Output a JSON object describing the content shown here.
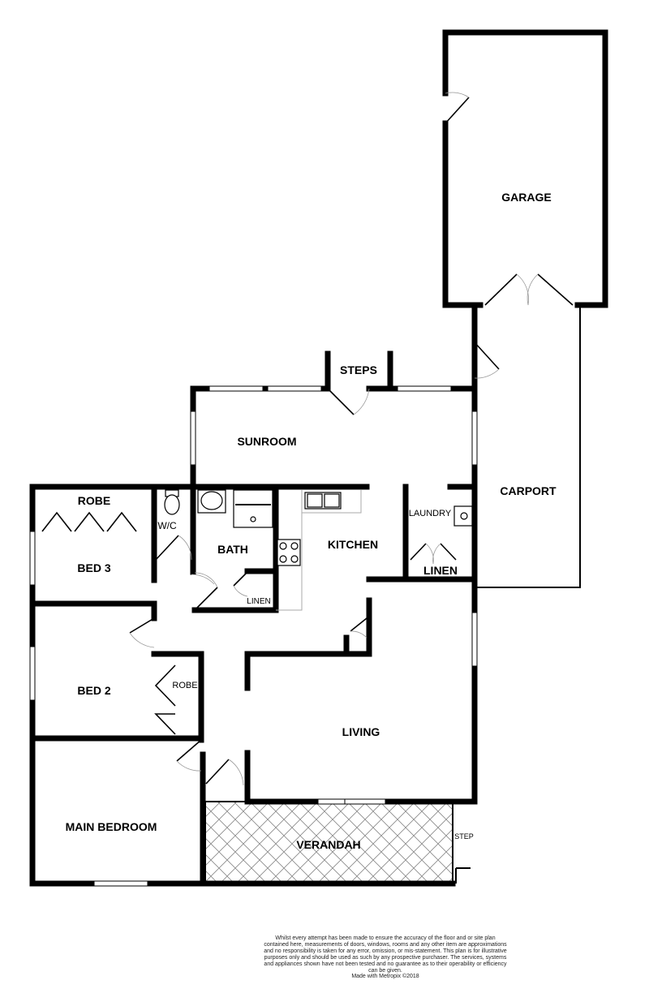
{
  "rooms": {
    "garage": "GARAGE",
    "steps": "STEPS",
    "sunroom": "SUNROOM",
    "carport": "CARPORT",
    "robe_bed3": "ROBE",
    "wc": "W/C",
    "bath": "BATH",
    "kitchen": "KITCHEN",
    "laundry": "LAUNDRY",
    "linen_laundry": "LINEN",
    "linen_bath": "LINEN",
    "bed3": "BED 3",
    "bed2": "BED 2",
    "robe_bed2": "ROBE",
    "living": "LIVING",
    "main_bedroom": "MAIN BEDROOM",
    "verandah": "VERANDAH",
    "step": "STEP"
  },
  "footer": {
    "disclaimer": "Whilst every attempt has been made to ensure the accuracy of the floor and or site plan contained here, measurements of doors, windows, rooms and any other item are approximations and no responsibility is taken for any error, omission, or mis-statement. This plan is for illustrative purposes only and should be used as such by any prospective purchaser. The services, systems and appliances shown have not been tested and no guarantee as to their operability or efficiency can be given.",
    "credit": "Made with Metropix ©2018"
  }
}
